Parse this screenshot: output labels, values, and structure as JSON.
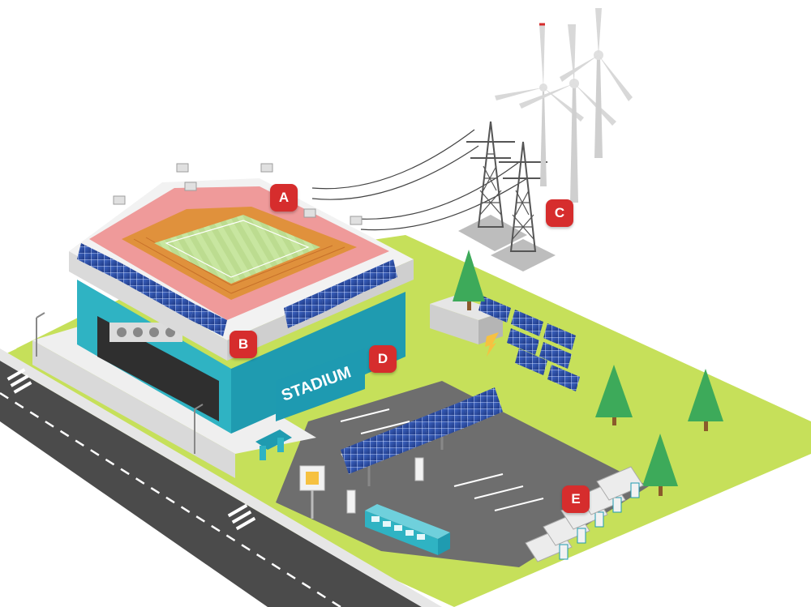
{
  "scene": {
    "building_sign": "STADIUM",
    "markers": {
      "a": "A",
      "b": "B",
      "c": "C",
      "d": "D",
      "e": "E"
    }
  },
  "colors": {
    "grass": "#c6e05a",
    "road": "#4a4a4a",
    "parking": "#6d6d6d",
    "stadium_teal": "#2fb3c3",
    "seats_orange": "#e0913c",
    "seats_pink": "#ef9a9a",
    "field_green": "#c8e6a0",
    "solar_blue": "#2b4a9c",
    "tree_green": "#3daa5a",
    "marker_red": "#d62d2d",
    "turbine_gray": "#d8d8d8",
    "pylon_gray": "#666666"
  }
}
